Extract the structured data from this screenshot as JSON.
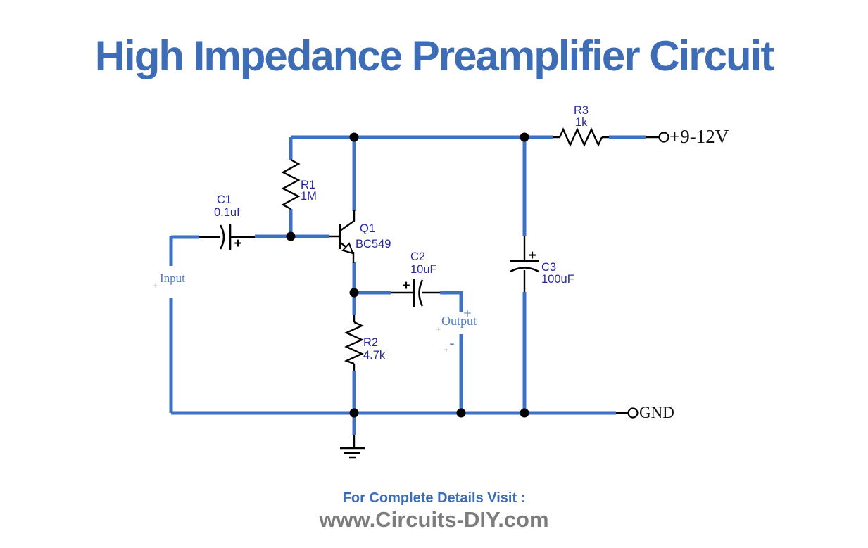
{
  "title": "High Impedance Preamplifier Circuit",
  "components": {
    "r1": {
      "ref": "R1",
      "value": "1M"
    },
    "r2": {
      "ref": "R2",
      "value": "4.7k"
    },
    "r3": {
      "ref": "R3",
      "value": "1k"
    },
    "c1": {
      "ref": "C1",
      "value": "0.1uf"
    },
    "c2": {
      "ref": "C2",
      "value": "10uF"
    },
    "c3": {
      "ref": "C3",
      "value": "100uF"
    },
    "q1": {
      "ref": "Q1",
      "value": "BC549"
    }
  },
  "terminals": {
    "supply": "+9-12V",
    "ground": "GND",
    "input": "Input",
    "output": "Output"
  },
  "polarity": {
    "plus": "+",
    "minus": "-"
  },
  "markers": {
    "snap": "+"
  },
  "footer": {
    "line1": "For Complete Details Visit :",
    "line2": "www.Circuits-DIY.com"
  },
  "colors": {
    "wire_blue": "#3e70c4",
    "component_black": "#000000",
    "component_label_navy": "#2828a0",
    "io_label_blue": "#4d7cc9",
    "title_blue": "#3c6db6",
    "footer_gray": "#7c7c7c"
  }
}
